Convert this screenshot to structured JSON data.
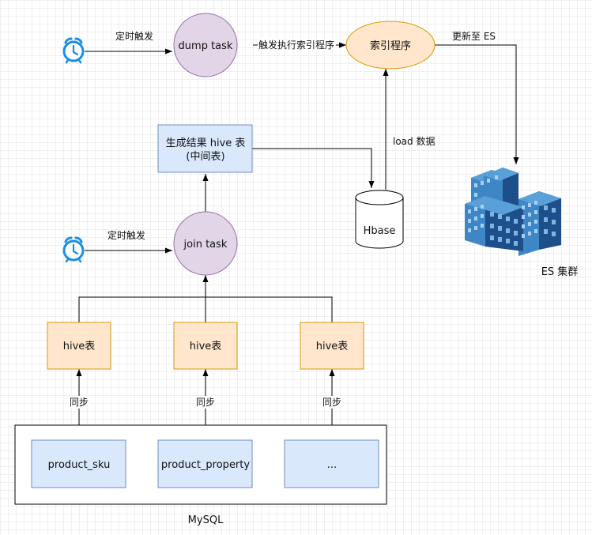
{
  "nodes": {
    "dump_task": "dump task",
    "index_program": "索引程序",
    "hive_result_line1": "生成结果 hive  表",
    "hive_result_line2": "(中间表)",
    "hbase": "Hbase",
    "join_task": "join task",
    "hive_table_1": "hive表",
    "hive_table_2": "hive表",
    "hive_table_3": "hive表",
    "product_sku": "product_sku",
    "product_property": "product_property",
    "ellipsis_source": "...",
    "mysql_group": "MySQL",
    "es_cluster": "ES 集群"
  },
  "edges": {
    "timer_trigger_dump": "定时触发",
    "trigger_index": "触发执行索引程序",
    "update_to_es": "更新至 ES",
    "load_data": "load 数据",
    "timer_trigger_join": "定时触发",
    "sync_1": "同步",
    "sync_2": "同步",
    "sync_3": "同步"
  },
  "icons": {
    "alarm_clock": "alarm-clock-icon",
    "es_cluster": "building-cluster-icon"
  },
  "colors": {
    "blue_fill": "#dae8fc",
    "blue_stroke": "#6c8ebf",
    "orange_fill": "#ffe6cc",
    "orange_stroke": "#d79b00",
    "purple_fill": "#e1d5e7",
    "purple_stroke": "#9673a6",
    "clock_blue": "#1a8fe3",
    "building_dark": "#1d4f8a",
    "building_light": "#3f86c6"
  }
}
